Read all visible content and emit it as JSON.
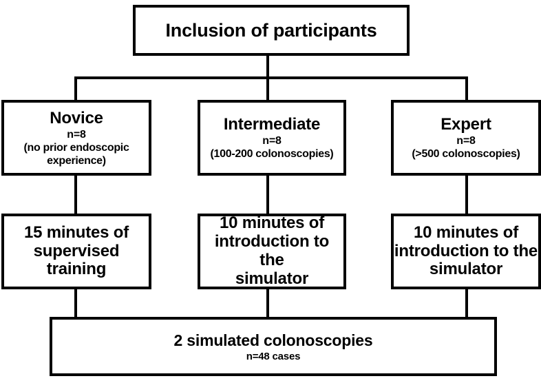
{
  "diagram": {
    "title": "Study flow diagram",
    "colors": {
      "stroke": "#000000",
      "fill": "#ffffff",
      "text": "#000000"
    },
    "root": {
      "title": "Inclusion of participants"
    },
    "groups": [
      {
        "id": "novice",
        "title": "Novice",
        "count": "n=8",
        "detail_line1": "(no prior endoscopic",
        "detail_line2": "experience)"
      },
      {
        "id": "intermediate",
        "title": "Intermediate",
        "count": "n=8",
        "detail_line1": "(100-200 colonoscopies)",
        "detail_line2": ""
      },
      {
        "id": "expert",
        "title": "Expert",
        "count": "n=8",
        "detail_line1": "(>500 colonoscopies)",
        "detail_line2": ""
      }
    ],
    "training": [
      {
        "id": "train-novice",
        "line1": "15 minutes of",
        "line2": "supervised training",
        "line3": ""
      },
      {
        "id": "train-intermediate",
        "line1": "10 minutes of",
        "line2": "introduction to the",
        "line3": "simulator"
      },
      {
        "id": "train-expert",
        "line1": "10 minutes of",
        "line2": "introduction to the",
        "line3": "simulator"
      }
    ],
    "outcome": {
      "title": "2 simulated colonoscopies",
      "count": "n=48 cases"
    }
  }
}
